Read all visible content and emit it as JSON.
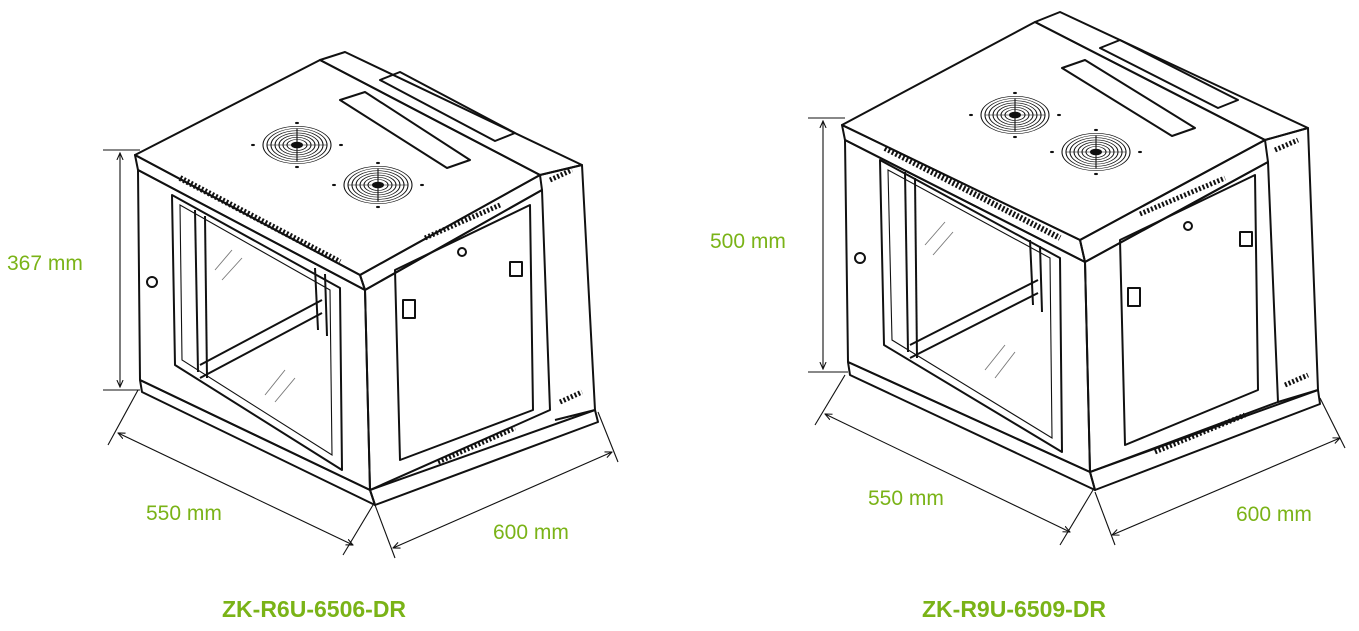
{
  "products": [
    {
      "model": "ZK-R6U-6506-DR",
      "height_label": "367 mm",
      "depth_label": "550 mm",
      "width_label": "600 mm"
    },
    {
      "model": "ZK-R9U-6509-DR",
      "height_label": "500 mm",
      "depth_label": "550 mm",
      "width_label": "600 mm"
    }
  ],
  "colors": {
    "label": "#7ab317",
    "line": "#111111",
    "background": "#ffffff"
  },
  "icons": [
    "cabinet-drawing",
    "fan-icon",
    "dimension-arrow"
  ]
}
